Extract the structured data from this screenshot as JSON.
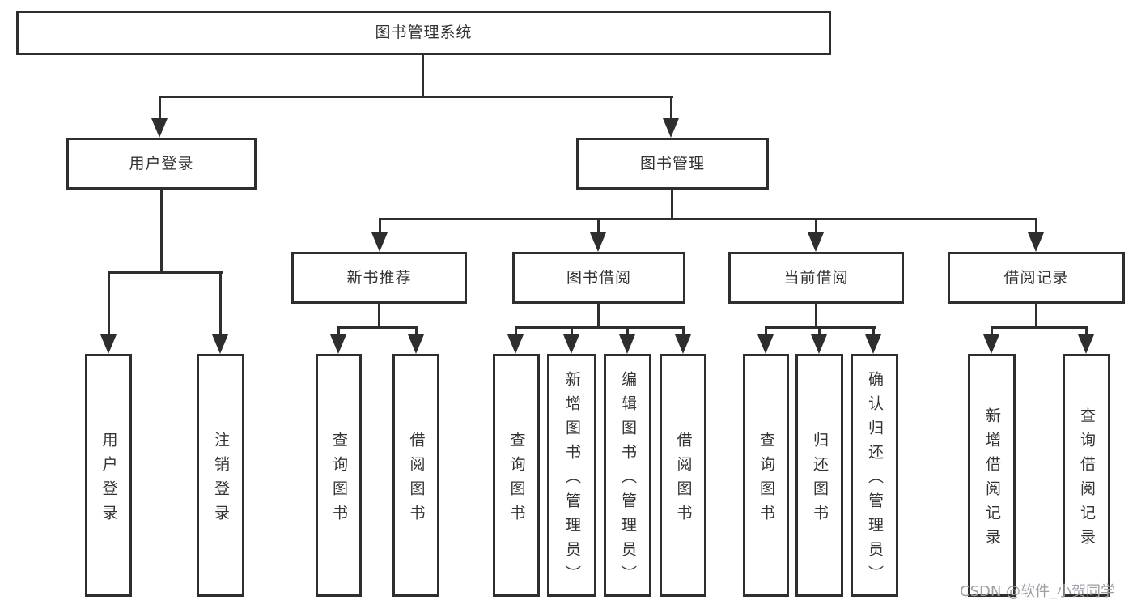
{
  "title": "图书管理系统",
  "colors": {
    "line": "#2e2e2e",
    "text": "#333333",
    "watermark": "#9aa0a7",
    "background": "#ffffff"
  },
  "watermark": {
    "text": "CSDN @软件_小贺同学"
  },
  "nodes": {
    "root": {
      "label": "图书管理系统"
    },
    "userLogin": {
      "label": "用户登录"
    },
    "bookManagement": {
      "label": "图书管理"
    },
    "newBookRecommend": {
      "label": "新书推荐"
    },
    "bookBorrow": {
      "label": "图书借阅"
    },
    "currentBorrow": {
      "label": "当前借阅"
    },
    "borrowRecord": {
      "label": "借阅记录"
    },
    "userLoginLeaf": {
      "label": "用户登录"
    },
    "logoutLeaf": {
      "label": "注销登录"
    },
    "nbQueryBooks": {
      "label": "查询图书"
    },
    "nbBorrowBooks": {
      "label": "借阅图书"
    },
    "bbQueryBooks": {
      "label": "查询图书"
    },
    "bbAddBooks": {
      "label": "新增图书（管理员）"
    },
    "bbEditBooks": {
      "label": "编辑图书（管理员）"
    },
    "bbBorrowBooks": {
      "label": "借阅图书"
    },
    "cbQueryBooks": {
      "label": "查询图书"
    },
    "cbReturnBooks": {
      "label": "归还图书"
    },
    "cbConfirmReturn": {
      "label": "确认归还（管理员）"
    },
    "brAddRecord": {
      "label": "新增借阅记录"
    },
    "brQueryRecord": {
      "label": "查询借阅记录"
    }
  }
}
